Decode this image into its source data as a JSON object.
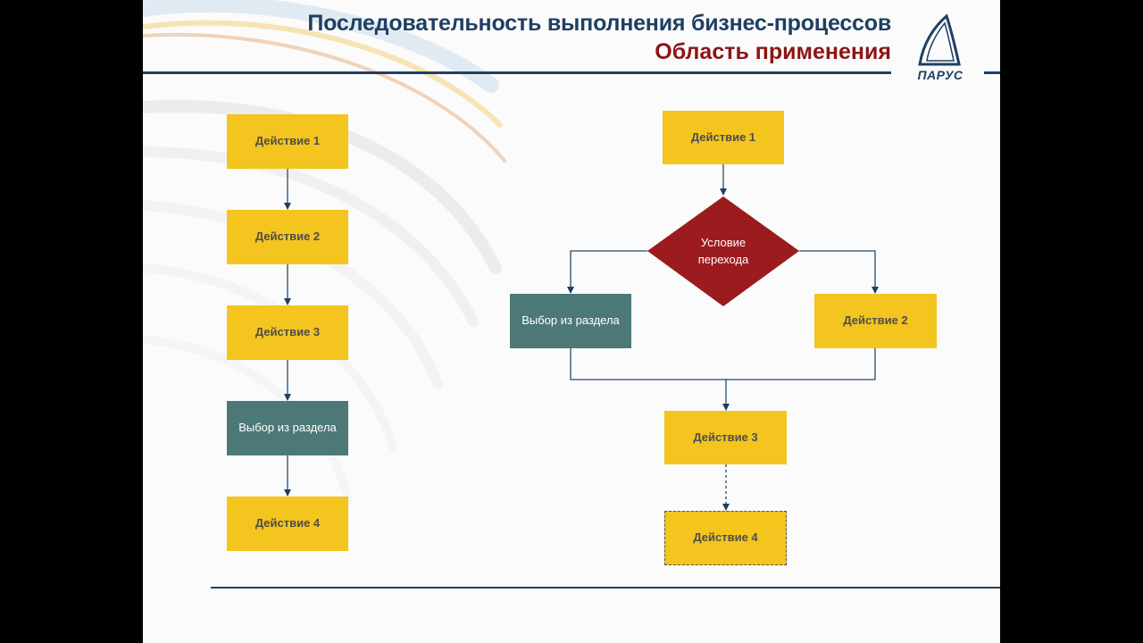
{
  "header": {
    "title": "Последовательность выполнения бизнес-процессов",
    "subtitle": "Область применения",
    "logo_text": "ПАРУС",
    "logo_icon": "parus-sail-logo"
  },
  "left_flow": {
    "step1": "Действие 1",
    "step2": "Действие 2",
    "step3": "Действие 3",
    "step4": "Выбор из раздела",
    "step5": "Действие 4"
  },
  "right_flow": {
    "action1": "Действие 1",
    "condition": "Условие перехода",
    "branch_left": "Выбор из раздела",
    "branch_right": "Действие 2",
    "action3": "Действие 3",
    "action4": "Действие 4"
  },
  "colors": {
    "action_yellow": "#f4c41f",
    "selection_teal": "#4d7878",
    "condition_red": "#9b1b1f",
    "header_navy": "#1f3f63",
    "subtitle_red": "#8c1515"
  }
}
